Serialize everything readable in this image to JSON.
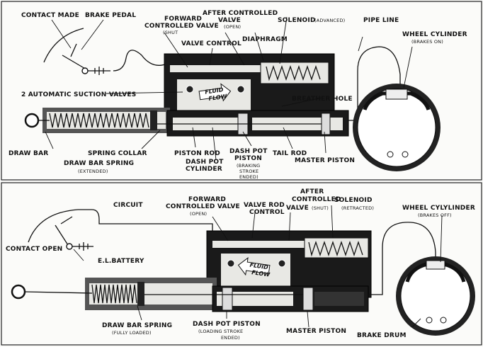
{
  "top": {
    "labels": {
      "contact_made": "CONTACT MADE",
      "brake_pedal": "BRAKE PEDAL",
      "forward_valve_1": "FORWARD",
      "forward_valve_2": "CONTROLLED VALVE",
      "forward_valve_state": "(SHUT",
      "after_valve_1": "AFTER CONTROLLED",
      "after_valve_2": "VALVE",
      "after_valve_state": "(OPEN)",
      "solenoid": "SOLENOID",
      "solenoid_state": "(ADVANCED)",
      "pipe_line": "PIPE LINE",
      "wheel_cylinder": "WHEEL CYLINDER",
      "wheel_cylinder_state": "(BRAKES ON)",
      "valve_control": "VALVE CONTROL",
      "diaphragm": "DIAPHRAGM",
      "suction_valves": "2 AUTOMATIC SUCTION VALVES",
      "breather_hole": "BREATHER HOLE",
      "fluid_flow_1": "FLUID",
      "fluid_flow_2": "FLOW",
      "draw_bar": "DRAW BAR",
      "spring_collar": "SPRING COLLAR",
      "piston_rod": "PISTON ROD",
      "dash_pot_piston_1": "DASH POT",
      "dash_pot_piston_2": "PISTON",
      "tail_rod": "TAIL ROD",
      "dash_pot_cylinder_1": "DASH POT",
      "dash_pot_cylinder_2": "CYLINDER",
      "braking_1": "(BRAKING",
      "braking_2": "STROKE",
      "braking_3": "ENDED)",
      "master_piston": "MASTER PISTON",
      "draw_bar_spring": "DRAW BAR SPRING",
      "draw_bar_spring_state": "(EXTENDED)"
    }
  },
  "bottom": {
    "labels": {
      "circuit": "CIRCUIT",
      "forward_valve_1": "FORWARD",
      "forward_valve_2": "CONTROLLED VALVE",
      "forward_valve_state": "(OPEN)",
      "valve_rod_1": "VALVE ROD",
      "valve_rod_2": "CONTROL",
      "after_valve_1": "AFTER",
      "after_valve_2": "CONTROLLED",
      "after_valve_3": "VALVE",
      "after_valve_state": "(SHUT)",
      "solenoid": "SOLENOID",
      "solenoid_state": "(RETRACTED)",
      "wheel_cylinder": "WHEEL CYLYLINDER",
      "wheel_cylinder_state": "(BRAKES OFF)",
      "contact_open": "CONTACT OPEN",
      "battery": "E.L.BATTERY",
      "fluid_flow_1": "FLUID",
      "fluid_flow_2": "FLOW",
      "draw_bar_spring": "DRAW BAR SPRING",
      "draw_bar_spring_state": "(FULLY LOADED)",
      "dash_pot_piston": "DASH POT PISTON",
      "loading_1": "(LOADING STROKE",
      "loading_2": "ENDED)",
      "master_piston": "MASTER PISTON",
      "brake_drum": "BRAKE DRUM"
    }
  }
}
